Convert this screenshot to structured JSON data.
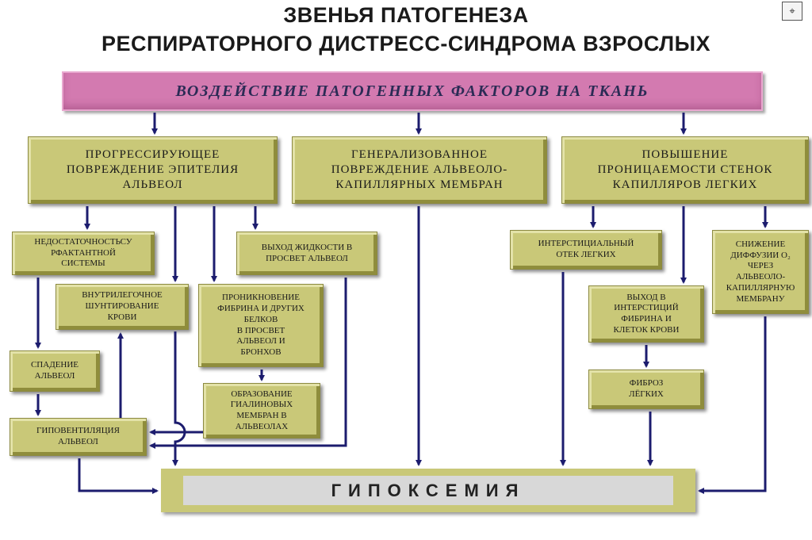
{
  "title": {
    "line1": "ЗВЕНЬЯ ПАТОГЕНЕЗА",
    "line2": "РЕСПИРАТОРНОГО ДИСТРЕСС-СИНДРОМА ВЗРОСЛЫХ"
  },
  "banner": "ВОЗДЕЙСТВИЕ ПАТОГЕННЫХ ФАКТОРОВ НА ТКАНЬ",
  "level1": {
    "epithelium": "ПРОГРЕССИРУЮЩЕЕ\nПОВРЕЖДЕНИЕ ЭПИТЕЛИЯ\nАЛЬВЕОЛ",
    "membranes": "ГЕНЕРАЛИЗОВАННОЕ\nПОВРЕЖДЕНИЕ АЛЬВЕОЛО-\nКАПИЛЛЯРНЫХ МЕМБРАН",
    "permeability": "ПОВЫШЕНИЕ\nПРОНИЦАЕМОСТИ СТЕНОК\nКАПИЛЛЯРОВ ЛЕГКИХ"
  },
  "boxes": {
    "surfactant": "НЕДОСТАТОЧНОСТЬСУ\nРФАКТАНТНОЙ\nСИСТЕМЫ",
    "fluid_exit": "ВЫХОД ЖИДКОСТИ В\nПРОСВЕТ АЛЬВЕОЛ",
    "shunting": "ВНУТРИЛЕГОЧНОЕ\nШУНТИРОВАНИЕ\nКРОВИ",
    "fibrin_penetration": "ПРОНИКНОВЕНИЕ\nФИБРИНА И ДРУГИХ\nБЕЛКОВ\nВ ПРОСВЕТ\nАЛЬВЕОЛ И\nБРОНХОВ",
    "collapse": "СПАДЕНИЕ\nАЛЬВЕОЛ",
    "hyaline": "ОБРАЗОВАНИЕ\nГИАЛИНОВЫХ\nМЕМБРАН В\nАЛЬВЕОЛАХ",
    "hypoventilation": "ГИПОВЕНТИЛЯЦИЯ\nАЛЬВЕОЛ",
    "interstitial_edema": "ИНТЕРСТИЦИАЛЬНЫЙ\nОТЕК ЛЕГКИХ",
    "fibrin_interstitium": "ВЫХОД В\nИНТЕРСТИЦИЙ\nФИБРИНА И\nКЛЕТОК КРОВИ",
    "fibrosis": "ФИБРОЗ\nЛЁГКИХ",
    "diffusion": "СНИЖЕНИЕ\nДИФФУЗИИ O₂\nЧЕРЕЗ\nАЛЬВЕОЛО-\nКАПИЛЛЯРНУЮ\nМЕМБРАНУ"
  },
  "hypoxemia": "ГИПОКСЕМИЯ",
  "colors": {
    "box": "#c9c878",
    "banner": "#d37ab0",
    "arrow": "#1c1c6e"
  }
}
